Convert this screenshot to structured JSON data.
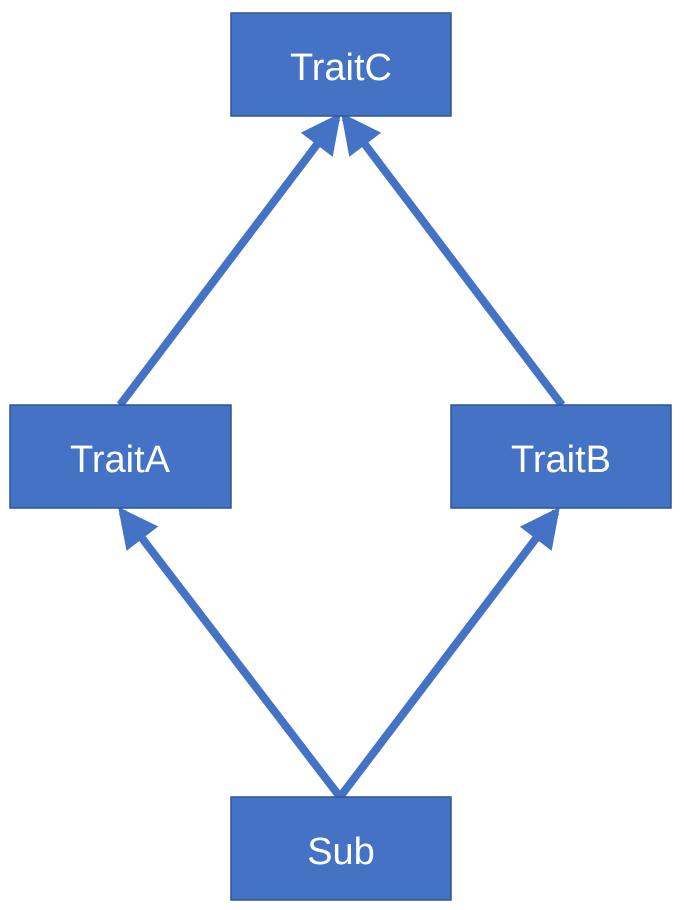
{
  "diagram": {
    "colors": {
      "box_fill": "#4472C4",
      "box_stroke": "#2F5597",
      "arrow": "#4472C4",
      "label": "#FFFFFF"
    },
    "nodes": {
      "trait_c": {
        "label": "TraitC"
      },
      "trait_a": {
        "label": "TraitA"
      },
      "trait_b": {
        "label": "TraitB"
      },
      "sub": {
        "label": "Sub"
      }
    },
    "edges": [
      {
        "from": "sub",
        "to": "trait_a"
      },
      {
        "from": "sub",
        "to": "trait_b"
      },
      {
        "from": "trait_a",
        "to": "trait_c"
      },
      {
        "from": "trait_b",
        "to": "trait_c"
      }
    ]
  }
}
